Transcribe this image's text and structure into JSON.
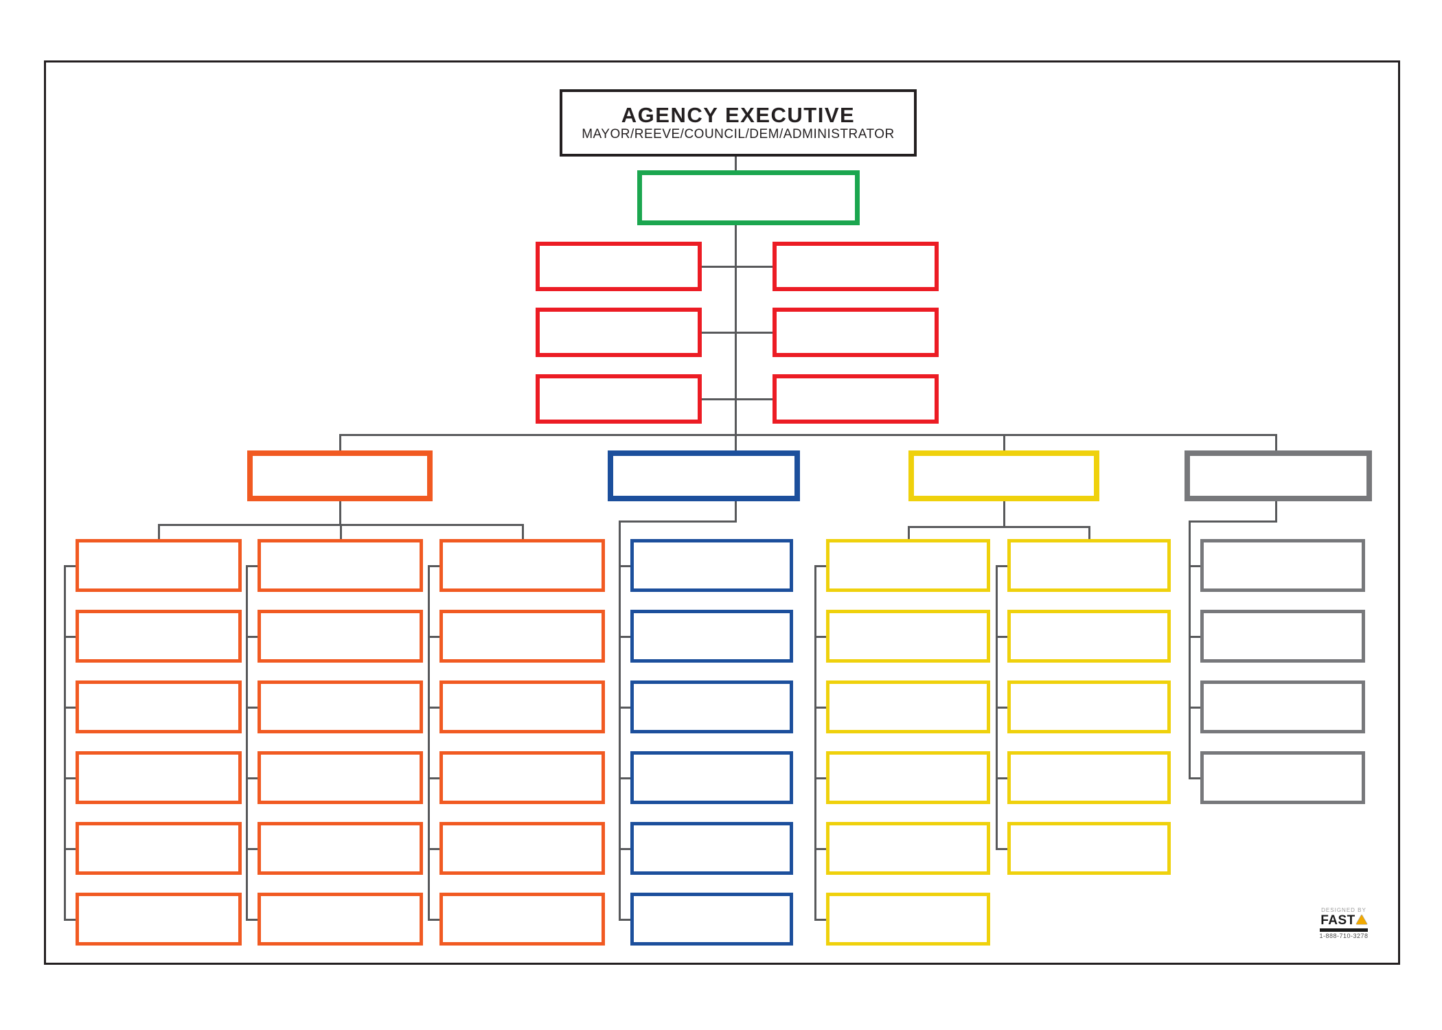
{
  "title_box": {
    "title": "AGENCY EXECUTIVE",
    "subtitle": "MAYOR/REEVE/COUNCIL/DEM/ADMINISTRATOR"
  },
  "colors": {
    "black": "#231f20",
    "connector_line": "#58595b",
    "green": "#1ba64f",
    "red": "#ec1c24",
    "orange": "#f15a22",
    "blue": "#1c4f9c",
    "yellow": "#efd10c",
    "gray": "#77787b",
    "white": "#ffffff"
  },
  "diagram": {
    "type": "org-chart-template",
    "description": "Blank emergency-management organizational chart; all boxes below the executive box are empty fill-in templates",
    "executive_box": {
      "label": "AGENCY EXECUTIVE",
      "sublabel": "MAYOR/REEVE/COUNCIL/DEM/ADMINISTRATOR",
      "border_color": "black"
    },
    "deputy_box": {
      "label": "",
      "border_color": "green",
      "count": 1
    },
    "staff_boxes": {
      "label": "",
      "border_color": "red",
      "count": 6,
      "arrangement": "2 columns x 3 rows flanking center line"
    },
    "branches": [
      {
        "id": "branch-1",
        "border_color": "orange",
        "head_label": "",
        "columns": [
          6,
          6,
          6
        ]
      },
      {
        "id": "branch-2",
        "border_color": "blue",
        "head_label": "",
        "columns": [
          6
        ]
      },
      {
        "id": "branch-3",
        "border_color": "yellow",
        "head_label": "",
        "columns": [
          6,
          5
        ]
      },
      {
        "id": "branch-4",
        "border_color": "gray",
        "head_label": "",
        "columns": [
          4
        ]
      }
    ]
  },
  "branding": {
    "designed_by": "DESIGNED BY",
    "brand": "FAST",
    "phone": "1-888-710-3278"
  }
}
